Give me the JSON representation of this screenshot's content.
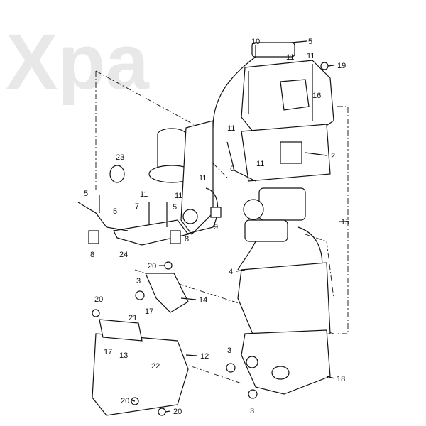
{
  "watermark": "Xpa",
  "callouts": [
    {
      "id": "c10a",
      "text": "10"
    },
    {
      "id": "c5a",
      "text": "5"
    },
    {
      "id": "c11a",
      "text": "11"
    },
    {
      "id": "c11b",
      "text": "11"
    },
    {
      "id": "c19",
      "text": "19"
    },
    {
      "id": "c16",
      "text": "16"
    },
    {
      "id": "c11c",
      "text": "11"
    },
    {
      "id": "c2",
      "text": "2"
    },
    {
      "id": "c6",
      "text": "6"
    },
    {
      "id": "c11d",
      "text": "11"
    },
    {
      "id": "c23",
      "text": "23"
    },
    {
      "id": "c11e",
      "text": "11"
    },
    {
      "id": "c5b",
      "text": "5"
    },
    {
      "id": "c11f",
      "text": "11"
    },
    {
      "id": "c11g",
      "text": "11"
    },
    {
      "id": "c7",
      "text": "7"
    },
    {
      "id": "c5c",
      "text": "5"
    },
    {
      "id": "c5d",
      "text": "5"
    },
    {
      "id": "c9",
      "text": "9"
    },
    {
      "id": "c8a",
      "text": "8"
    },
    {
      "id": "c8b",
      "text": "8"
    },
    {
      "id": "c24",
      "text": "24"
    },
    {
      "id": "c15",
      "text": "15"
    },
    {
      "id": "c4",
      "text": "4"
    },
    {
      "id": "c20a",
      "text": "20"
    },
    {
      "id": "c3a",
      "text": "3"
    },
    {
      "id": "c14",
      "text": "14"
    },
    {
      "id": "c20b",
      "text": "20"
    },
    {
      "id": "c17a",
      "text": "17"
    },
    {
      "id": "c21",
      "text": "21"
    },
    {
      "id": "c13",
      "text": "13"
    },
    {
      "id": "c17b",
      "text": "17"
    },
    {
      "id": "c22",
      "text": "22"
    },
    {
      "id": "c12",
      "text": "12"
    },
    {
      "id": "c3b",
      "text": "3"
    },
    {
      "id": "c18",
      "text": "18"
    },
    {
      "id": "c20c",
      "text": "20"
    },
    {
      "id": "c20d",
      "text": "20"
    },
    {
      "id": "c3c",
      "text": "3"
    }
  ]
}
